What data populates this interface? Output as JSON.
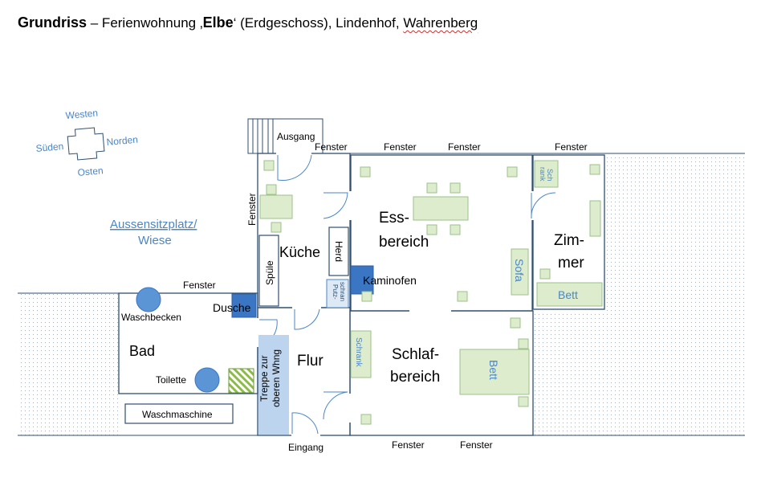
{
  "title": {
    "bold": "Grundriss",
    "rest1": " – Ferienwohnung ‚",
    "elbe": "Elbe",
    "rest2": "‘ (Erdgeschoss), Lindenhof, ",
    "place": "Wahrenberg"
  },
  "compass": {
    "west": "Westen",
    "south": "Süden",
    "north": "Norden",
    "east": "Osten"
  },
  "outdoor": {
    "line1": "Aussensitzplatz/",
    "line2": "Wiese"
  },
  "labels": {
    "ausgang": "Ausgang",
    "eingang": "Eingang",
    "fenster": "Fenster",
    "kueche": "Küche",
    "spuele": "Spüle",
    "herd": "Herd",
    "putz1": "Putz-",
    "putz2": "schran",
    "kaminofen": "Kaminofen",
    "ess1": "Ess-",
    "ess2": "bereich",
    "zim1": "Zim-",
    "zim2": "mer",
    "sofa": "Sofa",
    "bett": "Bett",
    "sch1": "Sch",
    "sch2": "rank",
    "dusche": "Dusche",
    "waschbecken": "Waschbecken",
    "bad": "Bad",
    "toilette": "Toilette",
    "waschmaschine": "Waschmaschine",
    "treppe1": "Treppe zur",
    "treppe2": "oberen Whng",
    "flur": "Flur",
    "schrank": "Schrank",
    "schlaf1": "Schlaf-",
    "schlaf2": "bereich",
    "bett2": "Bett"
  },
  "colors": {
    "wall": "#2f4f6f",
    "furniture": "#dceccd",
    "furniture_border": "#9cc28a",
    "blue": "#4a86c8",
    "dark_blue": "#3a76c4"
  }
}
